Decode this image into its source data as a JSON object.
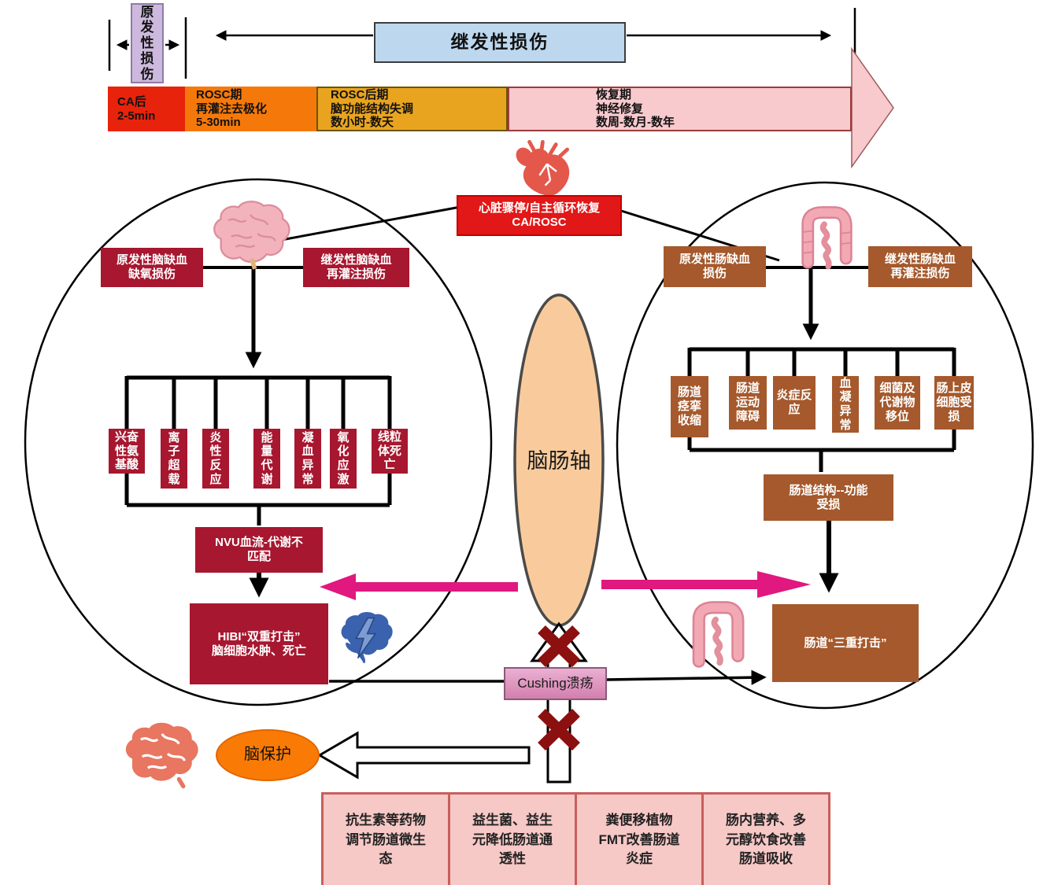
{
  "colors": {
    "crimson_box": "#A7172F",
    "brown_box": "#A5592C",
    "ca_red": "#E8230B",
    "rosc_orange": "#F5790A",
    "post_rosc_amber": "#E9A41F",
    "recovery_pink": "#F8C9CD",
    "magenta_arrow": "#E0187F",
    "axis_fill": "#F9CB9C",
    "protect_orange": "#F97B06",
    "cushing_pink": "#DD8FB8",
    "x_mark": "#8C1010",
    "blue_banner": "#BDD7EE",
    "lavender": "#CDB9DD"
  },
  "icons": {
    "heart": "heart-icon",
    "brain_pink": "brain-icon",
    "gut": "intestine-icon",
    "brain_blue_lightning": "injured-brain-lightning-icon",
    "gut_small": "intestine-icon-2",
    "brain_coral": "coral-brain-icon"
  },
  "timeline": {
    "primary_label": "原\n发\n性\n损\n伤",
    "secondary_label": "继发性损伤",
    "phases": [
      {
        "label": "CA后\n2-5min"
      },
      {
        "label": "ROSC期\n再灌注去极化\n5-30min"
      },
      {
        "label": "ROSC后期\n脑功能结构失调\n数小时-数天"
      },
      {
        "label": "恢复期\n神经修复\n数周-数月-数年"
      }
    ]
  },
  "center": {
    "ca_rosc": "心脏骤停/自主循环恢复\nCA/ROSC",
    "axis": "脑肠轴",
    "cushing": "Cushing溃疡"
  },
  "brain": {
    "primary": "原发性脑缺血\n缺氧损伤",
    "secondary": "继发性脑缺血\n再灌注损伤",
    "mechanisms": [
      "兴奋\n性氨\n基酸",
      "离\n子\n超\n载",
      "炎\n性\n反\n应",
      "能\n量\n代\n谢",
      "凝\n血\n异\n常",
      "氧\n化\n应\n激",
      "线粒\n体死\n亡"
    ],
    "nvu": "NVU血流-代谢不\n匹配",
    "hibi": "HIBI“双重打击”\n脑细胞水肿、死亡"
  },
  "gut": {
    "primary": "原发性肠缺血\n损伤",
    "secondary": "继发性肠缺血\n再灌注损伤",
    "mechanisms": [
      "肠道\n痉挛\n收缩",
      "肠道\n运动\n障碍",
      "炎症反\n应",
      "血\n凝\n异\n常",
      "细菌及\n代谢物\n移位",
      "肠上皮\n细胞受\n损"
    ],
    "structure": "肠道结构--功能\n受损",
    "triple_hit": "肠道“三重打击”"
  },
  "protection": {
    "label": "脑保护",
    "treatments": [
      "抗生素等药物\n调节肠道微生\n态",
      "益生菌、益生\n元降低肠道通\n透性",
      "粪便移植物\nFMT改善肠道\n炎症",
      "肠内营养、多\n元醇饮食改善\n肠道吸收"
    ]
  }
}
